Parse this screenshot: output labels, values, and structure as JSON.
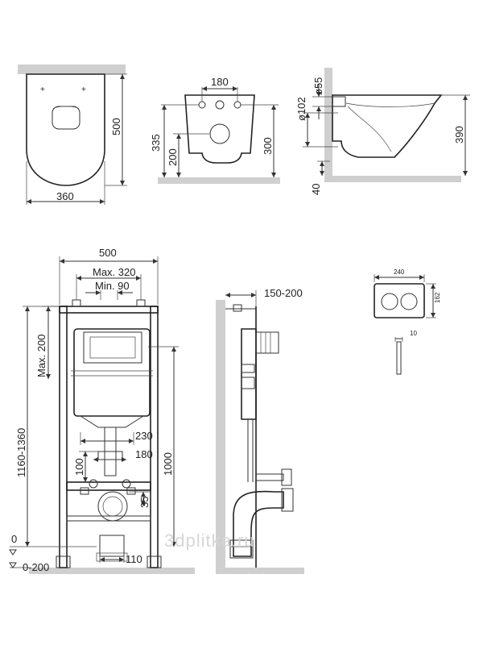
{
  "watermark": "3dplitka.ru",
  "top_views": {
    "plan": {
      "depth": "500",
      "width": "360"
    },
    "front": {
      "holes_spacing": "180",
      "height_335": "335",
      "height_200": "200",
      "height_300": "300"
    },
    "side": {
      "d55": "ø55",
      "d102": "ø102",
      "height_390": "390",
      "floor_40": "40"
    }
  },
  "frame": {
    "width": "500",
    "max_width": "Max. 320",
    "min_width": "Min. 90",
    "max_200": "Max. 200",
    "adjust_height": "1160-1360",
    "height_1000": "1000",
    "d230": "230",
    "d180": "180",
    "d100": "100",
    "d35": "35",
    "d110": "110",
    "level_0": "0",
    "level_0_200": "0-200"
  },
  "frame_side": {
    "depth": "150-200"
  },
  "flush_plate": {
    "width": "240",
    "height": "162",
    "thickness": "10"
  }
}
